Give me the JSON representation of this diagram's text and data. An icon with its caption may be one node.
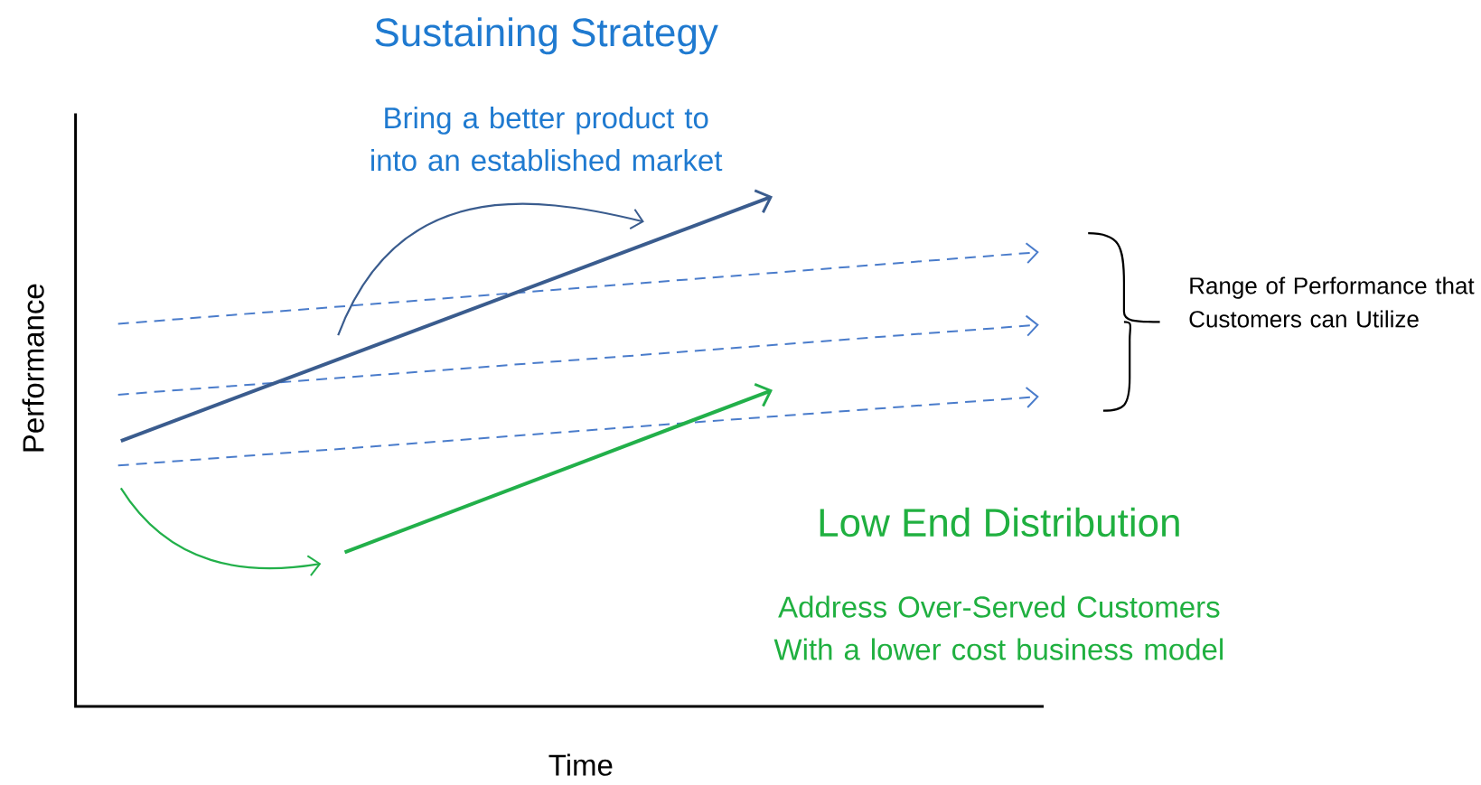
{
  "diagram": {
    "labels": [
      "Sustaining Strategy",
      "Bring a better product to into an established market",
      "Performance",
      "Range of Performance that Customers can Utilize",
      "Low End Distribution",
      "Address Over-Served Customers With a lower cost business model",
      "Time"
    ]
  }
}
